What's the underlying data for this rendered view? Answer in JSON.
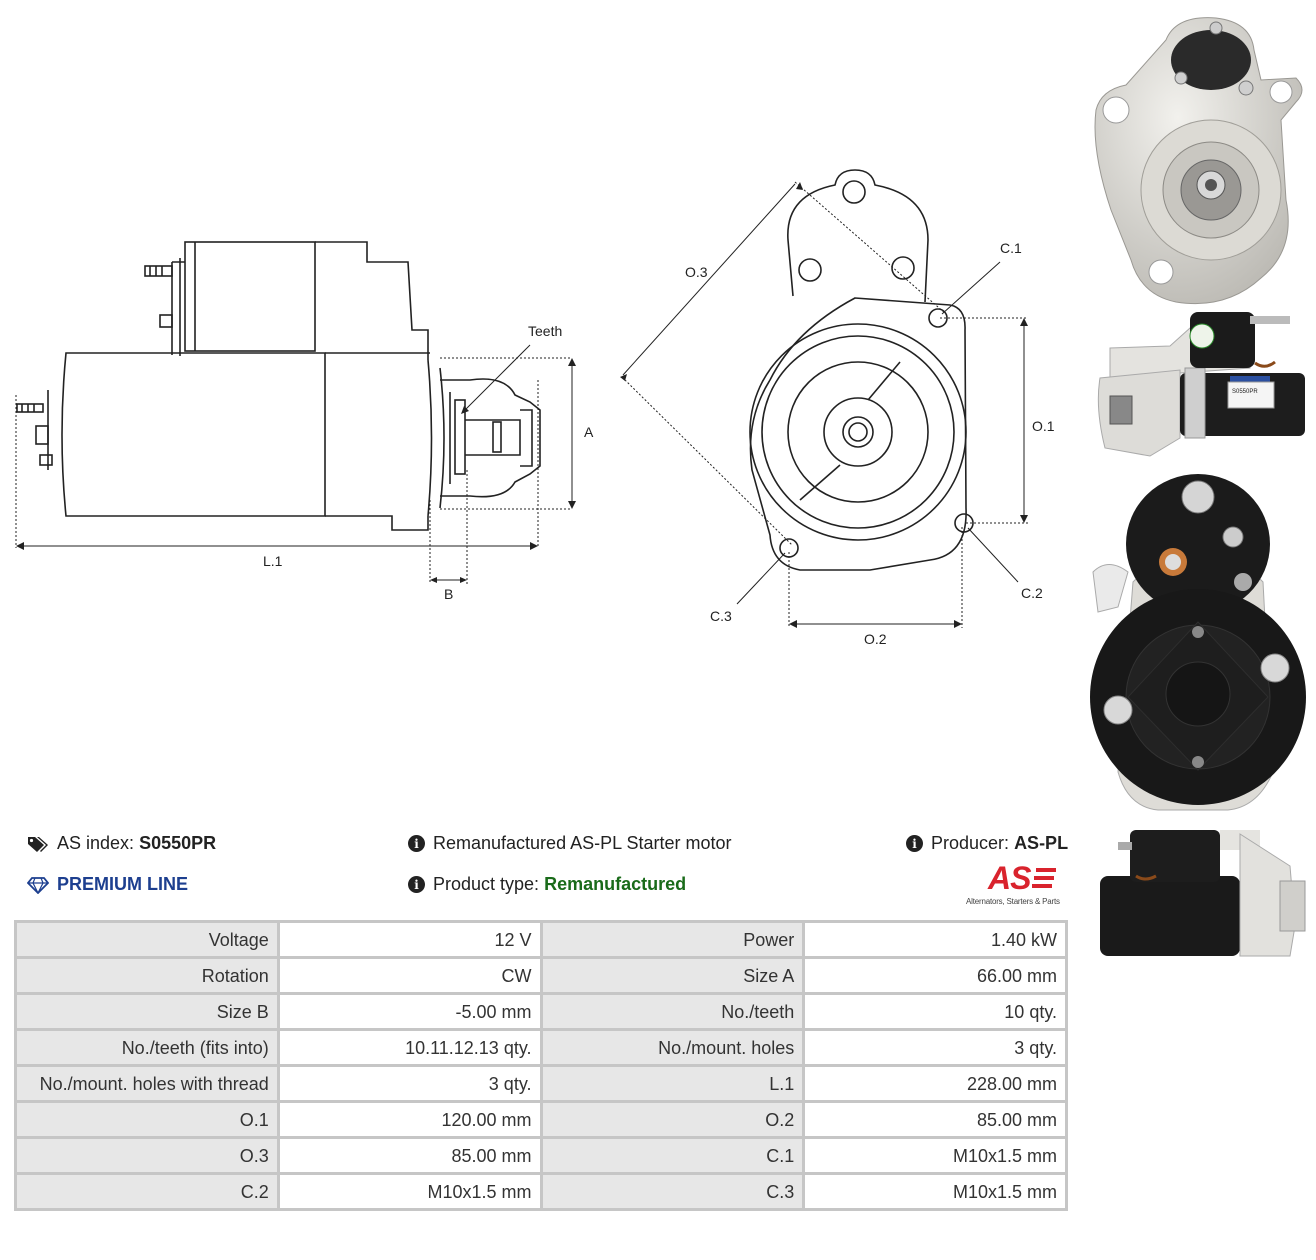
{
  "diagram": {
    "labels": {
      "teeth": "Teeth",
      "a": "A",
      "b": "B",
      "l1": "L.1",
      "o1": "O.1",
      "o2": "O.2",
      "o3": "O.3",
      "c1": "C.1",
      "c2": "C.2",
      "c3": "C.3"
    }
  },
  "info": {
    "as_index_label": "AS index:",
    "as_index_value": "S0550PR",
    "premium_line": "PREMIUM LINE",
    "description": "Remanufactured AS-PL Starter motor",
    "product_type_label": "Product type:",
    "product_type_value": "Remanufactured",
    "producer_label": "Producer:",
    "producer_value": "AS-PL",
    "logo_text": "AS",
    "logo_tagline": "Alternators, Starters & Parts"
  },
  "specs": [
    [
      {
        "label": "Voltage",
        "value": "12 V"
      },
      {
        "label": "Power",
        "value": "1.40 kW"
      }
    ],
    [
      {
        "label": "Rotation",
        "value": "CW"
      },
      {
        "label": "Size A",
        "value": "66.00 mm"
      }
    ],
    [
      {
        "label": "Size B",
        "value": "-5.00 mm"
      },
      {
        "label": "No./teeth",
        "value": "10 qty."
      }
    ],
    [
      {
        "label": "No./teeth (fits into)",
        "value": "10.11.12.13 qty."
      },
      {
        "label": "No./mount. holes",
        "value": "3 qty."
      }
    ],
    [
      {
        "label": "No./mount. holes with thread",
        "value": "3 qty."
      },
      {
        "label": "L.1",
        "value": "228.00 mm"
      }
    ],
    [
      {
        "label": "O.1",
        "value": "120.00 mm"
      },
      {
        "label": "O.2",
        "value": "85.00 mm"
      }
    ],
    [
      {
        "label": "O.3",
        "value": "85.00 mm"
      },
      {
        "label": "C.1",
        "value": "M10x1.5 mm"
      }
    ],
    [
      {
        "label": "C.2",
        "value": "M10x1.5 mm"
      },
      {
        "label": "C.3",
        "value": "M10x1.5 mm"
      }
    ]
  ],
  "photos": {
    "label_text": "S0550PR"
  }
}
